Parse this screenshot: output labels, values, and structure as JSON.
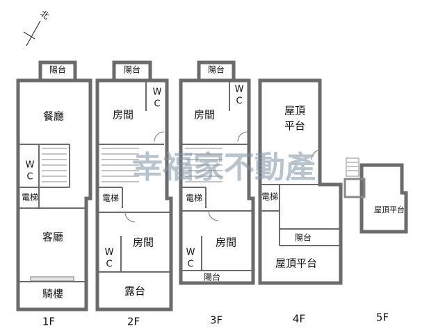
{
  "compass": {
    "label": "北",
    "icon": "north-arrow-icon"
  },
  "watermark": "幸福家不動產",
  "floors": {
    "f1": {
      "label": "1F",
      "rooms": {
        "balcony": "陽台",
        "dining": "餐廳",
        "wc_w": "W",
        "wc_c": "C",
        "elevator": "電梯",
        "living": "客廳",
        "arcade": "騎樓"
      }
    },
    "f2": {
      "label": "2F",
      "rooms": {
        "balcony": "陽台",
        "wc_top_w": "W",
        "wc_top_c": "C",
        "bedroom_top": "房間",
        "elevator": "電梯",
        "bedroom_bottom": "房間",
        "wc_bottom_w": "W",
        "wc_bottom_c": "C",
        "terrace": "露台"
      }
    },
    "f3": {
      "label": "3F",
      "rooms": {
        "balcony_top": "陽台",
        "wc_top_w": "W",
        "wc_top_c": "C",
        "bedroom_top": "房間",
        "elevator": "電梯",
        "bedroom_bottom": "房間",
        "wc_bottom_w": "W",
        "wc_bottom_c": "C",
        "balcony_bottom": "陽台"
      }
    },
    "f4": {
      "label": "4F",
      "rooms": {
        "roof_top_line1": "屋頂",
        "roof_top_line2": "平台",
        "elevator": "電梯",
        "balcony": "陽台",
        "roof_bottom": "屋頂平台"
      }
    },
    "f5": {
      "label": "5F",
      "rooms": {
        "roof": "屋頂平台"
      }
    }
  }
}
